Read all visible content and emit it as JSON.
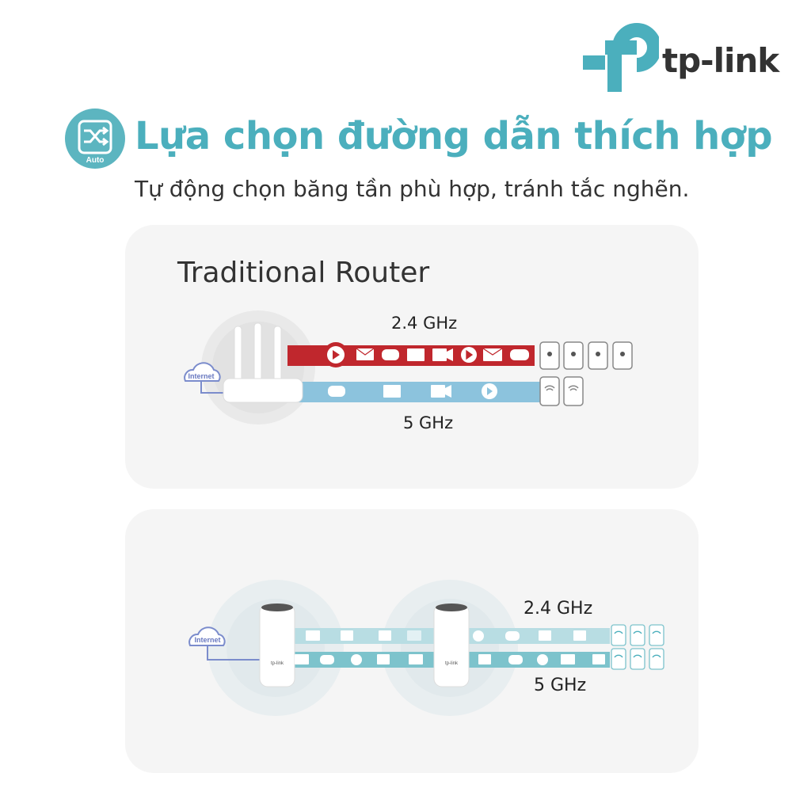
{
  "brand": {
    "name": "tp-link",
    "color": "#4bafbd"
  },
  "header": {
    "title": "Lựa chọn đường dẫn thích hợp",
    "subtitle": "Tự động chọn băng tần phù hợp, tránh tắc nghẽn.",
    "icon": {
      "name": "auto-path-icon",
      "label": "Auto"
    }
  },
  "traditional": {
    "title": "Traditional Router",
    "internet_label": "Internet",
    "band_24": {
      "label": "2.4 GHz",
      "color": "#c0272d"
    },
    "band_5": {
      "label": "5 GHz",
      "color": "#8cc3dd"
    }
  },
  "mesh": {
    "internet_label": "Internet",
    "device_badge": "tp-link",
    "band_24": {
      "label": "2.4 GHz"
    },
    "band_5": {
      "label": "5 GHz"
    }
  }
}
